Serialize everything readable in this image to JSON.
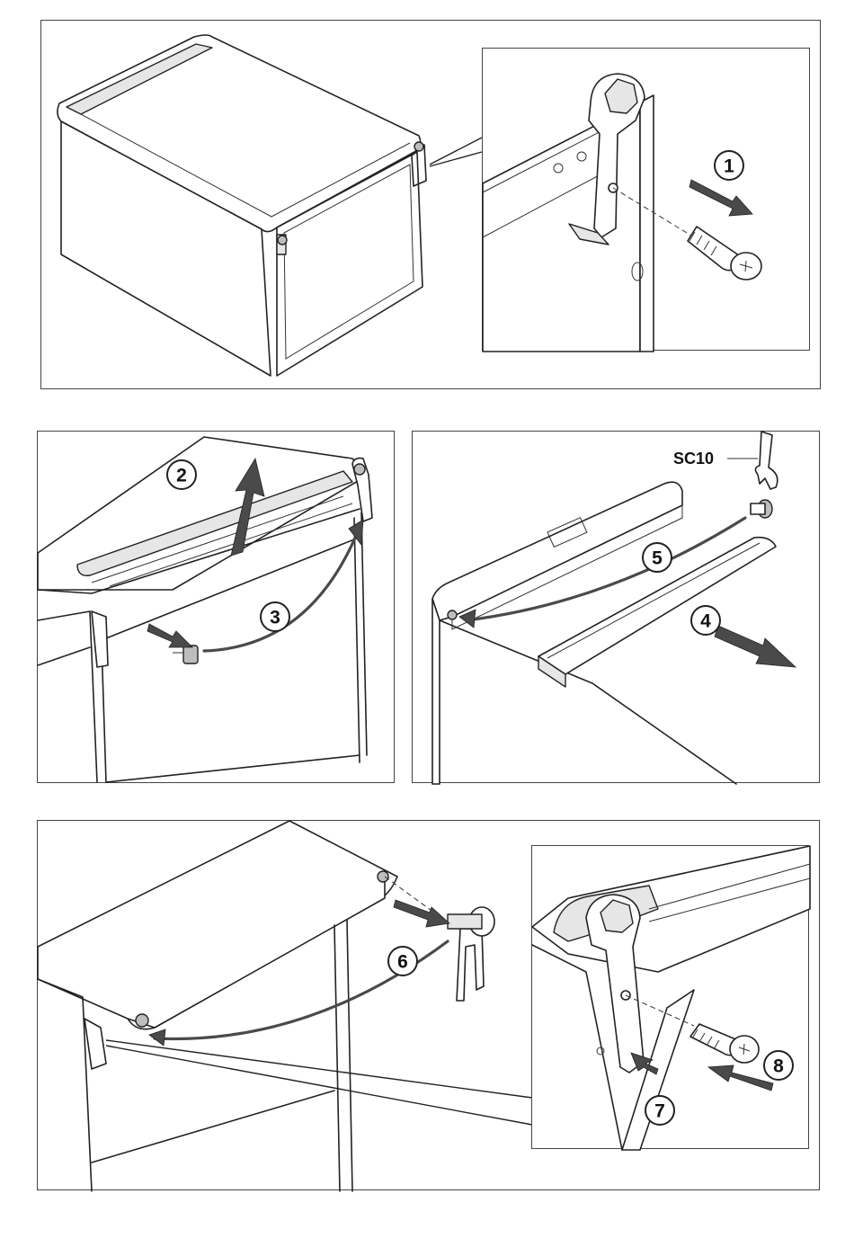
{
  "steps": {
    "s1": "1",
    "s2": "2",
    "s3": "3",
    "s4": "4",
    "s5": "5",
    "s6": "6",
    "s7": "7",
    "s8": "8"
  },
  "tool_label": "SC10",
  "colors": {
    "line": "#222222",
    "arrow": "#4a4a4a",
    "background": "#ffffff"
  }
}
